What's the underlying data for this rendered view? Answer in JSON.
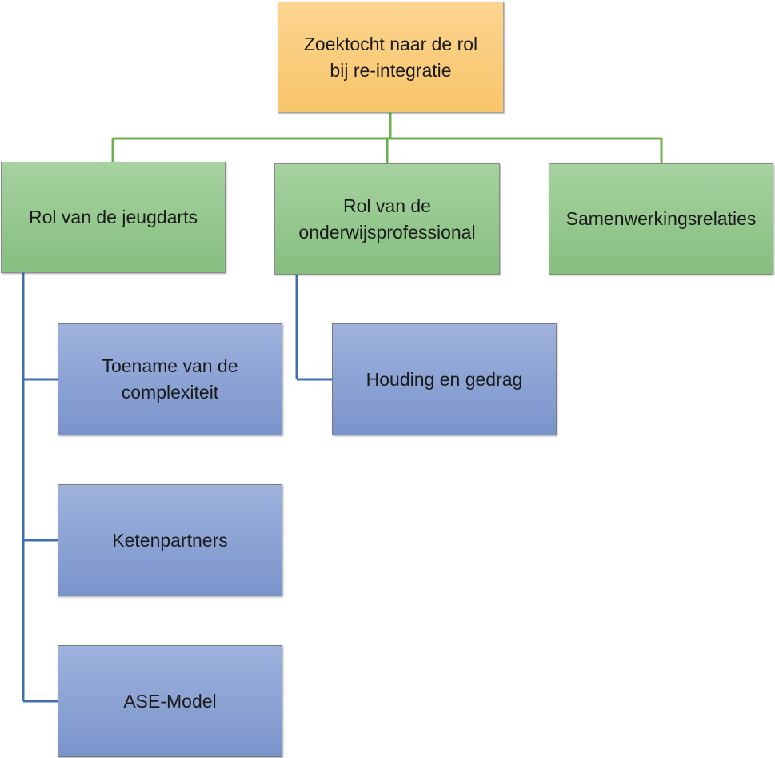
{
  "diagram": {
    "root": {
      "label": "Zoektocht naar de rol\nbij re-integratie"
    },
    "branches": [
      {
        "label": "Rol van de jeugdarts",
        "children": [
          {
            "label": "Toename van de\ncomplexiteit"
          },
          {
            "label": "Ketenpartners"
          },
          {
            "label": "ASE-Model"
          }
        ]
      },
      {
        "label": "Rol van de\nonderwijsprofessional",
        "children": [
          {
            "label": "Houding en gedrag"
          }
        ]
      },
      {
        "label": "Samenwerkingsrelaties",
        "children": []
      }
    ],
    "colors": {
      "root_fill": "#f8c56a",
      "level1_fill": "#86bf7f",
      "level2_fill": "#7a94cc",
      "green_connector": "#6ab04c",
      "blue_connector": "#3f6fb0"
    }
  }
}
